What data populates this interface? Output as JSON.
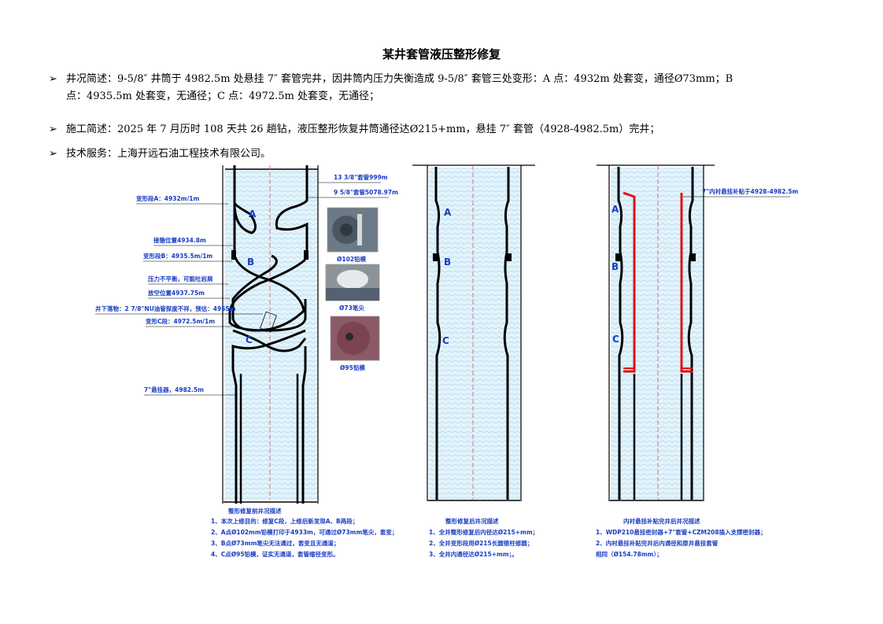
{
  "title": "某井套管液压整形修复",
  "bullets": {
    "b1_line1": "井况简述：9-5/8″ 井筒于 4982.5m 处悬挂 7″ 套管完井，因井筒内压力失衡造成 9-5/8″ 套管三处变形：A 点：4932m 处套变，通径Ø73mm；B",
    "b1_line2": "点：4935.5m 处套变，无通径；C 点：4972.5m 处套变，无通径；",
    "b2": "施工简述：2025 年 7 月历时 108 天共 26 趟钻，液压整形恢复井筒通径达Ø215+mm，悬挂 7″ 套管（4928-4982.5m）完井；",
    "b3": "技术服务：上海开远石油工程技术有限公司。",
    "marker": "➢"
  },
  "diagram1": {
    "labels": {
      "deform_a": "变形段A：4932m/1m",
      "coupling": "接箍位置4934.8m",
      "deform_b": "变形段B：4935.5m/1m",
      "pressure": "压力不平衡，可能吐岩屑",
      "empty_pos": "放空位置4937.75m",
      "fish": "井下落物：2 7/8\"NU油管探度不祥，预估：4955m",
      "deform_c": "变形C段：4972.5m/1m",
      "hanger": "7\"悬挂器，4982.5m",
      "casing_13": "13 3/8\"套管999m",
      "casing_9": "9 5/8\"套管5078.97m",
      "letter_a": "A",
      "letter_b": "B",
      "letter_c": "C"
    },
    "photos": [
      {
        "caption": "Ø102铅模",
        "color": "#6b7a86"
      },
      {
        "caption": "Ø73笔尖",
        "color": "#8d9499"
      },
      {
        "caption": "Ø95铅模",
        "color": "#8c5a66"
      }
    ],
    "notes": [
      "整形修复前井况描述",
      "1、本次上修目的：修复C段，上修后新发现A、B两段；",
      "2、A点Ø102mm铅模打印于4933m，可通过Ø73mm笔尖，套变；",
      "3、B点Ø73mm笔尖无法通过，套变且无通道；",
      "4、C点Ø95铅模，证实无通道，套管缩径变形。"
    ]
  },
  "diagram2": {
    "letters": [
      "A",
      "B",
      "C"
    ],
    "notes": [
      "整形修复后井况描述",
      "1、全井整形修复后内径达Ø215+mm；",
      "2、全井变形段用Ø215长圆锥柱修圆；",
      "3、全井内通径达Ø215+mm；。"
    ]
  },
  "diagram3": {
    "label_patch": "7\"内衬悬挂补贴于4928-4982.5m",
    "letters": [
      "A",
      "B",
      "C"
    ],
    "notes": [
      "内衬悬挂补贴完井后井况描述",
      "1、WDP210悬挂密封器+7\"套管+CZM208插入支撑密封器；",
      "2、内衬悬挂补贴完井后内通径和原井悬挂套管",
      "相同（Ø154.78mm）；"
    ]
  },
  "colors": {
    "label_blue": "#1a3cc4",
    "water": "#cfe9f7",
    "center_line": "#e05050",
    "liner_red": "#e01010"
  }
}
